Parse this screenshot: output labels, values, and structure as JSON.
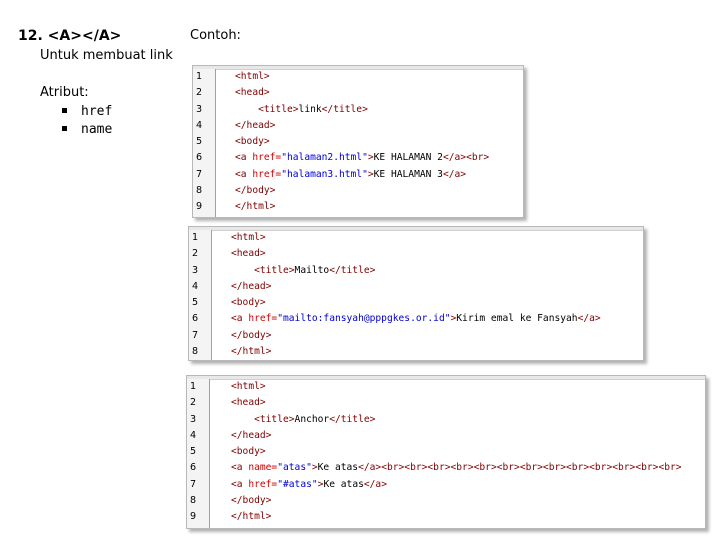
{
  "heading": "12.  <A></A>",
  "subtitle": "Untuk membuat link",
  "attributes": {
    "title": "Atribut:",
    "items": [
      "href",
      "name"
    ]
  },
  "contoh_label": "Contoh:",
  "snippets": [
    {
      "lines": [
        [
          [
            "<html>",
            "tg"
          ]
        ],
        [
          [
            "<head>",
            "tg"
          ]
        ],
        [
          [
            "    <title>",
            "tg"
          ],
          [
            "link",
            "tx"
          ],
          [
            "</title>",
            "tg"
          ]
        ],
        [
          [
            "</head>",
            "tg"
          ]
        ],
        [
          [
            "<body>",
            "tg"
          ]
        ],
        [
          [
            "<a ",
            "tg"
          ],
          [
            "href=",
            "ab"
          ],
          [
            "\"halaman2.html\"",
            "av"
          ],
          [
            ">",
            "tg"
          ],
          [
            "KE HALAMAN 2",
            "tx"
          ],
          [
            "</a>",
            "tg"
          ],
          [
            "<br>",
            "tg"
          ]
        ],
        [
          [
            "<a ",
            "tg"
          ],
          [
            "href=",
            "ab"
          ],
          [
            "\"halaman3.html\"",
            "av"
          ],
          [
            ">",
            "tg"
          ],
          [
            "KE HALAMAN 3",
            "tx"
          ],
          [
            "</a>",
            "tg"
          ]
        ],
        [
          [
            "</body>",
            "tg"
          ]
        ],
        [
          [
            "</html>",
            "tg"
          ]
        ]
      ]
    },
    {
      "lines": [
        [
          [
            "<html>",
            "tg"
          ]
        ],
        [
          [
            "<head>",
            "tg"
          ]
        ],
        [
          [
            "    <title>",
            "tg"
          ],
          [
            "Mailto",
            "tx"
          ],
          [
            "</title>",
            "tg"
          ]
        ],
        [
          [
            "</head>",
            "tg"
          ]
        ],
        [
          [
            "<body>",
            "tg"
          ]
        ],
        [
          [
            "<a ",
            "tg"
          ],
          [
            "href=",
            "ab"
          ],
          [
            "\"mailto:fansyah@pppgkes.or.id\"",
            "av"
          ],
          [
            ">",
            "tg"
          ],
          [
            "Kirim emal ke Fansyah",
            "tx"
          ],
          [
            "</a>",
            "tg"
          ]
        ],
        [
          [
            "</body>",
            "tg"
          ]
        ],
        [
          [
            "</html>",
            "tg"
          ]
        ]
      ]
    },
    {
      "lines": [
        [
          [
            "<html>",
            "tg"
          ]
        ],
        [
          [
            "<head>",
            "tg"
          ]
        ],
        [
          [
            "    <title>",
            "tg"
          ],
          [
            "Anchor",
            "tx"
          ],
          [
            "</title>",
            "tg"
          ]
        ],
        [
          [
            "</head>",
            "tg"
          ]
        ],
        [
          [
            "<body>",
            "tg"
          ]
        ],
        [
          [
            "<a ",
            "tg"
          ],
          [
            "name=",
            "ab"
          ],
          [
            "\"atas\"",
            "av"
          ],
          [
            ">",
            "tg"
          ],
          [
            "Ke atas",
            "tx"
          ],
          [
            "</a><br><br><br><br><br><br><br><br><br><br><br><br><br>",
            "tg"
          ]
        ],
        [
          [
            "<a ",
            "tg"
          ],
          [
            "href=",
            "ab"
          ],
          [
            "\"#atas\"",
            "av"
          ],
          [
            ">",
            "tg"
          ],
          [
            "Ke atas",
            "tx"
          ],
          [
            "</a>",
            "tg"
          ]
        ],
        [
          [
            "</body>",
            "tg"
          ]
        ],
        [
          [
            "</html>",
            "tg"
          ]
        ]
      ]
    }
  ]
}
